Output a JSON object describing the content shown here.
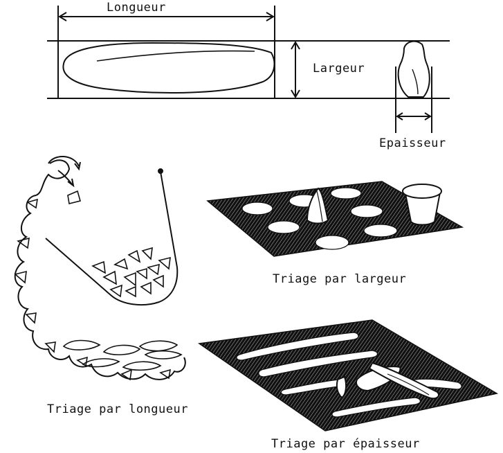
{
  "labels": {
    "length": "Longueur",
    "width": "Largeur",
    "thickness": "Epaisseur",
    "sort_by_width": "Triage par largeur",
    "sort_by_length": "Triage par longueur",
    "sort_by_thickness": "Triage par épaisseur"
  },
  "colors": {
    "ink": "#111111",
    "background": "#ffffff"
  }
}
